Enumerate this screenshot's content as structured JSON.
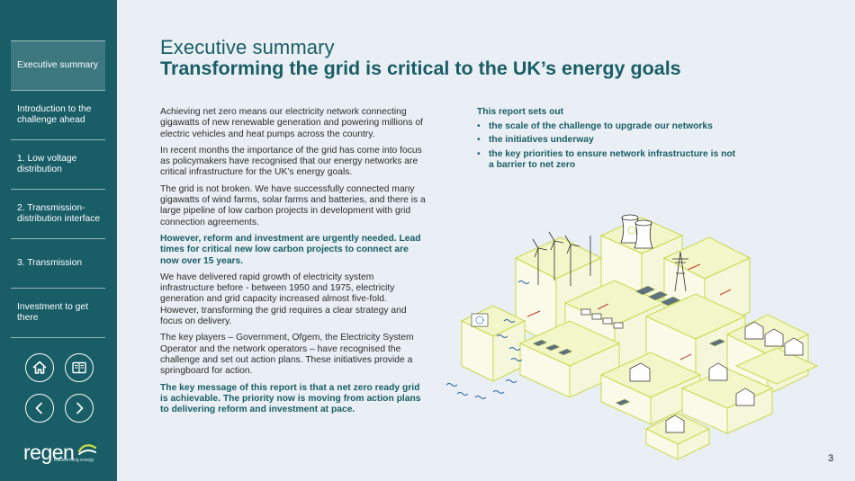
{
  "sidebar": {
    "items": [
      {
        "label": "Executive summary",
        "active": true
      },
      {
        "label": "Introduction to the challenge ahead",
        "active": false
      },
      {
        "label": "1. Low voltage distribution",
        "active": false
      },
      {
        "label": "2. Transmission-distribution interface",
        "active": false
      },
      {
        "label": "3. Transmission",
        "active": false
      },
      {
        "label": "Investment to get there",
        "active": false
      }
    ],
    "buttons": {
      "home": "home-icon",
      "contents": "book-icon",
      "previous": "chevron-left-icon",
      "next": "chevron-right-icon"
    },
    "logo": {
      "word": "regen",
      "tagline": "transforming energy"
    }
  },
  "header": {
    "supertitle": "Executive summary",
    "title": "Transforming the grid is critical to the UK’s energy goals"
  },
  "body": {
    "p1": "Achieving net zero means our electricity network connecting gigawatts of new renewable generation and powering millions of electric vehicles and heat pumps across the country.",
    "p2": "In recent months the importance of the grid has come into focus as policymakers have recognised that our energy networks are critical infrastructure for the UK’s energy goals.",
    "p3": "The grid is not broken. We have successfully connected many gigawatts of wind farms, solar farms and batteries, and there is a large pipeline of low carbon projects in development with grid connection agreements.",
    "p4": "However, reform and investment are urgently needed. Lead times for critical new low carbon projects to connect are now over 15 years.",
    "p5": "We have delivered rapid growth of electricity system infrastructure before - between 1950 and 1975, electricity generation and grid capacity increased almost five-fold. However, transforming the grid requires a clear strategy and focus on delivery.",
    "p6": "The key players – Government, Ofgem, the Electricity System Operator and the network operators – have recognised the challenge and set out action plans. These initiatives provide a springboard for action.",
    "p7": "The key message of this report is that a net zero ready grid is achievable. The priority now is moving from action plans to delivering reform and investment at pace."
  },
  "report": {
    "heading": "This report sets out",
    "bullets": [
      "the scale of the challenge to upgrade our networks",
      "the initiatives underway",
      "the key priorities to ensure network infrastructure is not a barrier to net zero"
    ]
  },
  "footer": {
    "page_number": "3"
  },
  "colors": {
    "brand": "#195d66",
    "sidebar_active": "#3d7880",
    "background": "#e9eff4",
    "illustration_accent": "#c9d94a"
  }
}
